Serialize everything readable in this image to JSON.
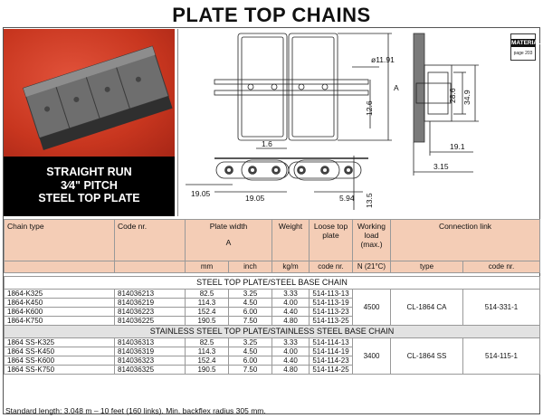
{
  "title": "PLATE TOP CHAINS",
  "photo_caption": [
    "STRAIGHT RUN",
    "3⁄4\" PITCH",
    "STEEL TOP PLATE"
  ],
  "material_badge": {
    "label": "MATERIAL",
    "page": "page 203"
  },
  "dimensions": {
    "d1": "ø11.91",
    "d2": "A",
    "d3": "12.6",
    "d4": "1.6",
    "d5": "19.05",
    "d6": "19.05",
    "d7": "5.94",
    "d8": "13.5",
    "d9": "28.6",
    "d10": "34.9",
    "d11": "19.1",
    "d12": "3.15"
  },
  "table": {
    "headers": {
      "chain_type": "Chain type",
      "code_nr": "Code nr.",
      "plate_width": "Plate width",
      "plate_width_sub": "A",
      "weight": "Weight",
      "loose_top_plate": "Loose top plate",
      "working_load": "Working load (max.)",
      "connection_link": "Connection link"
    },
    "units": {
      "mm": "mm",
      "inch": "inch",
      "kgm": "kg/m",
      "code_nr": "code nr.",
      "temp": "N (21°C)",
      "type": "type",
      "code_nr2": "code nr."
    },
    "sections": [
      {
        "title": "STEEL TOP PLATE/STEEL BASE CHAIN",
        "working_load": "4500",
        "link_type": "CL-1864 CA",
        "link_code": "514-331-1",
        "rows": [
          {
            "chain": "1864-K325",
            "code": "814036213",
            "mm": "82.5",
            "inch": "3.25",
            "kgm": "3.33",
            "loose": "514-113-13"
          },
          {
            "chain": "1864-K450",
            "code": "814036219",
            "mm": "114.3",
            "inch": "4.50",
            "kgm": "4.00",
            "loose": "514-113-19"
          },
          {
            "chain": "1864-K600",
            "code": "814036223",
            "mm": "152.4",
            "inch": "6.00",
            "kgm": "4.40",
            "loose": "514-113-23"
          },
          {
            "chain": "1864-K750",
            "code": "814036225",
            "mm": "190.5",
            "inch": "7.50",
            "kgm": "4.80",
            "loose": "514-113-25"
          }
        ]
      },
      {
        "title": "STAINLESS STEEL TOP PLATE/STAINLESS STEEL BASE CHAIN",
        "working_load": "3400",
        "link_type": "CL-1864 SS",
        "link_code": "514-115-1",
        "rows": [
          {
            "chain": "1864 SS-K325",
            "code": "814036313",
            "mm": "82.5",
            "inch": "3.25",
            "kgm": "3.33",
            "loose": "514-114-13"
          },
          {
            "chain": "1864 SS-K450",
            "code": "814036319",
            "mm": "114.3",
            "inch": "4.50",
            "kgm": "4.00",
            "loose": "514-114-19"
          },
          {
            "chain": "1864 SS-K600",
            "code": "814036323",
            "mm": "152.4",
            "inch": "6.00",
            "kgm": "4.40",
            "loose": "514-114-23"
          },
          {
            "chain": "1864 SS-K750",
            "code": "814036325",
            "mm": "190.5",
            "inch": "7.50",
            "kgm": "4.80",
            "loose": "514-114-25"
          }
        ]
      }
    ]
  },
  "footnote": "Standard length: 3.048 m – 10 feet (160 links). Min. backflex radius 305 mm."
}
